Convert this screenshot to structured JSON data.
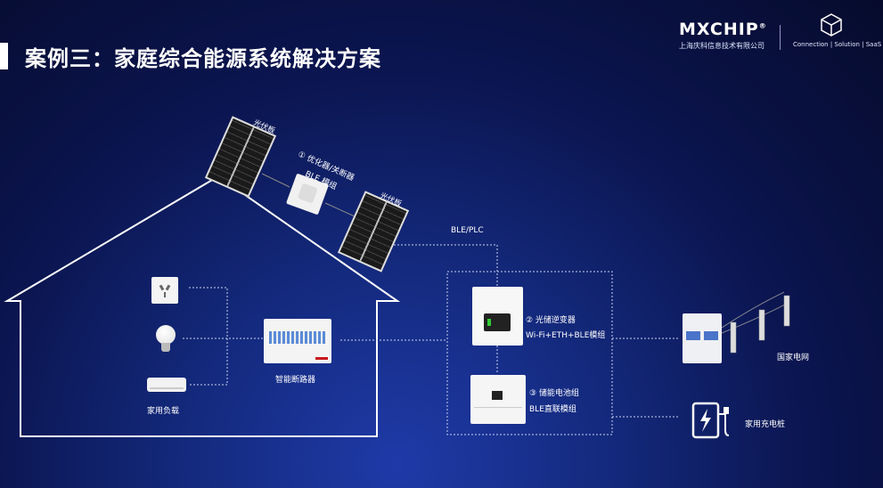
{
  "title": "案例三：家庭综合能源系统解决方案",
  "brand": {
    "logo": "MXCHIP",
    "reg": "®",
    "company": "上海庆科信息技术有限公司",
    "tagline": "Connection | Solution | SaaS"
  },
  "labels": {
    "panel1": "光伏板",
    "panel2": "光伏板",
    "optimizer_line1": "① 优化器/关断器",
    "optimizer_line2": "BLE 模组",
    "ble_plc": "BLE/PLC",
    "inverter_line1": "② 光储逆变器",
    "inverter_line2": "Wi-Fi+ETH+BLE模组",
    "battery_line1": "③ 储能电池组",
    "battery_line2": "BLE直联模组",
    "breaker": "智能断路器",
    "household_load": "家用负载",
    "grid": "国家电网",
    "charger": "家用充电桩"
  },
  "colors": {
    "accent_red": "#c8161d",
    "background": "#0b1550",
    "line": "#ffffff"
  }
}
